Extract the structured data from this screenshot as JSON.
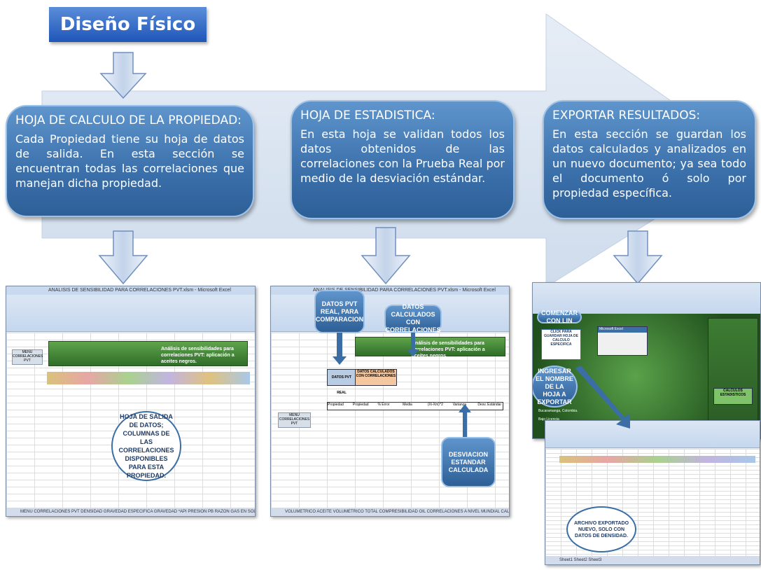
{
  "title": "Diseño Físico",
  "columns": [
    {
      "heading": "HOJA DE CALCULO DE LA PROPIEDAD:",
      "body": "Cada Propiedad tiene su hoja de datos de salida. En esta sección se encuentran todas las correlaciones que manejan dicha propiedad."
    },
    {
      "heading": "HOJA DE ESTADISTICA:",
      "body": "En esta hoja se validan todos los datos obtenidos de las correlaciones con la Prueba Real por medio de la desviación estándar."
    },
    {
      "heading": "EXPORTAR RESULTADOS:",
      "body": "En esta sección se guardan los datos calculados y analizados en un nuevo documento; ya sea todo el documento ó solo por propiedad específica."
    }
  ],
  "shot1": {
    "window_title": "ANALISIS DE SENSIBILIDAD PARA CORRELACIONES PVT.xlsm - Microsoft Excel",
    "banner": "Análisis de sensibilidades para correlaciones PVT: aplicación a aceites negros.",
    "bubble": "HOJA DE SALIDA DE DATOS; COLUMNAS DE LAS CORRELACIONES DISPONIBLES PARA ESTA PROPIEDAD.",
    "left_button": "MENU CORRELACIONES PVT",
    "tabs": "MENU CORRELACIONES PVT   DENSIDAD   GRAVEDAD ESPECIFICA   GRAVEDAD *API   PRESION PB   RAZON GAS EN SOLUCION   VISCOSIDAD DEAD OIL"
  },
  "shot2": {
    "window_title": "ANALISIS DE SENSIBILIDAD PARA CORRELACIONES PVT.xlsm - Microsoft Excel",
    "banner": "Análisis de sensibilidades para correlaciones PVT: aplicación a aceites negros.",
    "callout_top": "DATOS PVT REAL, PARA COMPARACION",
    "callout_mid": "DATOS CALCULADOS CON CORRELACIONES",
    "callout_bottom": "DESVIACION ESTANDAR CALCULADA",
    "left_button": "MENU CORRELACIONES PVT",
    "table_head_1": "DATOS PVT REAL",
    "table_head_2": "DATOS CALCULADOS CON CORRELACIONES",
    "col_labels": [
      "Propiedad",
      "Propiedad",
      "% Error",
      "Media",
      "(Xi-Xm)^2",
      "Varianza",
      "Desv. Estándar"
    ],
    "tabs": "VOLUMETRICO ACEITE   VOLUMETRICO TOTAL   COMPRESIBILIDAD OIL   CORRELACIONES A NIVEL MUNDIAL   CALCULOS ESTADISTICOS"
  },
  "shot3": {
    "callout_1": "COMENZAR CON LIN",
    "callout_2": "CLICK PARA GUARDAR HOJA DE CALCULO ESPECIFICA",
    "callout_3": "INGRESAR EL NOMBRE DE LA HOJA A EXPORTAR",
    "dialog_title": "Microsoft Excel",
    "right_label": "CALCULOS ESTADISTICOS",
    "bottom_left": "Bucaramanga, Colombia.",
    "bottom_left2": "Bajo Licencia",
    "bubble": "ARCHIVO EXPORTADO NUEVO, SOLO CON DATOS DE DENSIDAD.",
    "tabs": "Sheet1   Sheet2   Sheet3"
  },
  "colors": {
    "title_bg": "#1f56b8",
    "pill_bg": "#3b70ab",
    "arrow_bg": "#dbe5f1",
    "down_arrow_fill": "#c9d8ee",
    "down_arrow_stroke": "#6f8fbf",
    "excel_green": "#3f8a35"
  }
}
